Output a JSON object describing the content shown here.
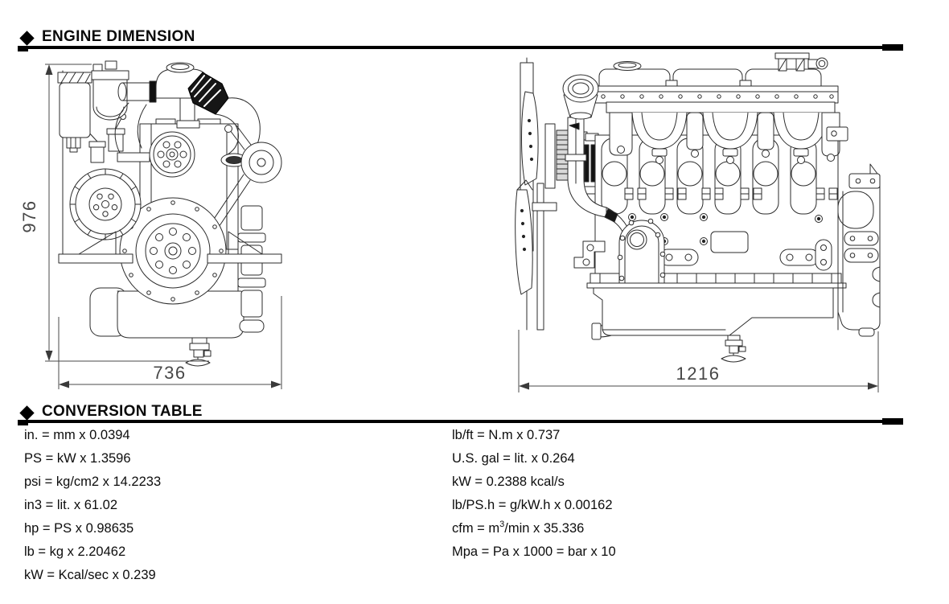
{
  "sections": {
    "engine_dimension": {
      "title": "ENGINE DIMENSION"
    },
    "conversion_table": {
      "title": "CONVERSION TABLE"
    }
  },
  "icons": {
    "bullet": "diamond-bullet"
  },
  "colors": {
    "rule": "#000000",
    "text": "#0d0d0d",
    "dimension_text": "#474747",
    "line_art": "#2b2b2b",
    "background": "#ffffff"
  },
  "drawings": {
    "front_view": {
      "height_label": "976",
      "width_label": "736"
    },
    "side_view": {
      "length_label": "1216"
    }
  },
  "conversion_table": {
    "left": [
      "in. = mm x 0.0394",
      "PS = kW x 1.3596",
      "psi = kg/cm2 x 14.2233",
      "in3 = lit. x 61.02",
      "hp = PS x 0.98635",
      "lb = kg x 2.20462",
      "kW = Kcal/sec x 0.239"
    ],
    "right": [
      "lb/ft = N.m x 0.737",
      "U.S. gal = lit. x 0.264",
      "kW = 0.2388 kcal/s",
      "lb/PS.h = g/kW.h x 0.00162"
    ],
    "cfm_row": {
      "pre": "cfm = m",
      "sup": "3",
      "post": "/min x 35.336"
    },
    "last_right": "Mpa = Pa x 1000 = bar x 10"
  }
}
